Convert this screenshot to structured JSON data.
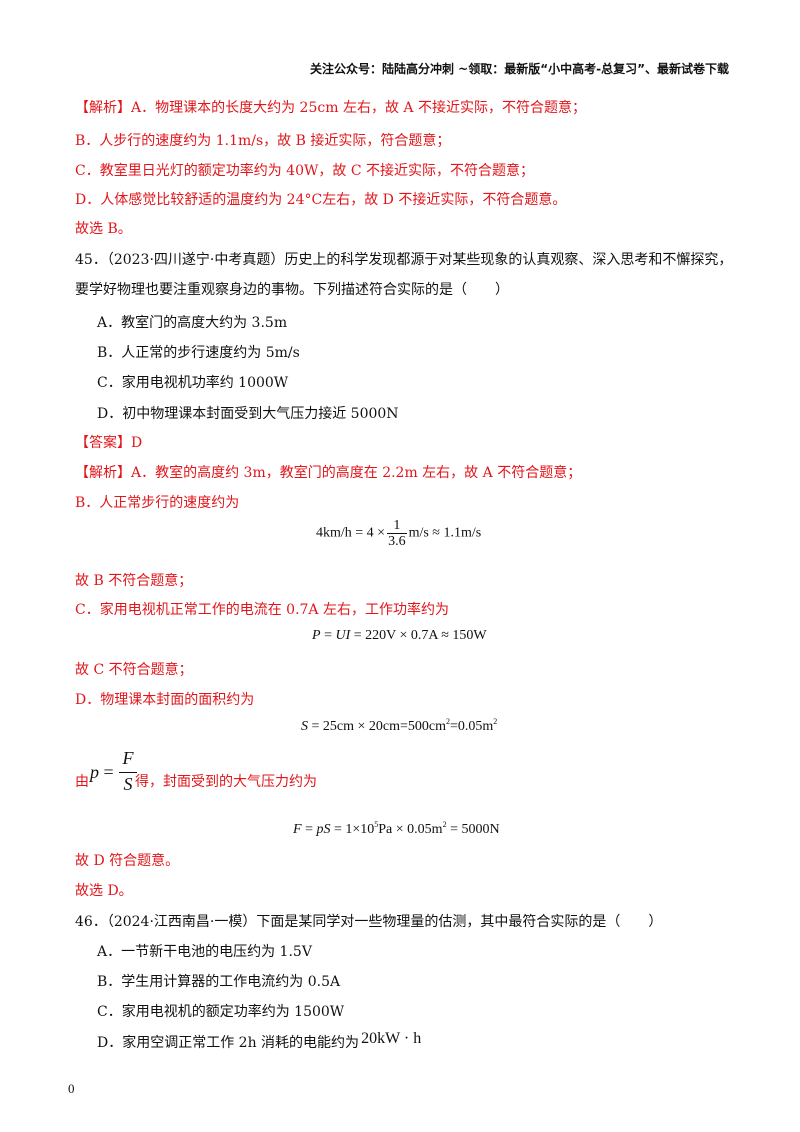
{
  "header": "关注公众号：陆陆高分冲刺 ~领取：最新版“小中高考-总复习”、最新试卷下载",
  "prev_analysis": {
    "a": "【解析】A．物理课本的长度大约为 25cm 左右，故 A 不接近实际，不符合题意；",
    "b": "B．人步行的速度约为 1.1m/s，故 B 接近实际，符合题意；",
    "c": "C．教室里日光灯的额定功率约为 40W，故 C 不接近实际，不符合题意；",
    "d": "D．人体感觉比较舒适的温度约为 24°C左右，故 D 不接近实际，不符合题意。",
    "conclusion": "故选 B。"
  },
  "q45": {
    "stem_1": "45．（2023·四川遂宁·中考真题）历史上的科学发现都源于对某些现象的认真观察、深入思考和不懈探究，",
    "stem_2": "要学好物理也要注重观察身边的事物。下列描述符合实际的是（　　）",
    "options": [
      "A．教室门的高度大约为 3.5m",
      "B．人正常的步行速度约为 5m/s",
      "C．家用电视机功率约 1000W",
      "D．初中物理课本封面受到大气压力接近 5000N"
    ],
    "answer": "【答案】D",
    "analysis_a": "【解析】A．教室的高度约 3m，教室门的高度在 2.2m 左右，故 A 不符合题意；",
    "analysis_b": "B．人正常步行的速度约为",
    "eq1": {
      "lhs": "4km/h = 4 ×",
      "num": "1",
      "den": "3.6",
      "rhs": "m/s ≈ 1.1m/s"
    },
    "b_end": "故 B 不符合题意；",
    "analysis_c": "C．家用电视机正常工作的电流在 0.7A 左右，工作功率约为",
    "eq2": {
      "p": "P",
      "eq_ui": "=",
      "ui": "UI",
      "rest": "= 220V × 0.7A ≈ 150W"
    },
    "c_end": "故 C 不符合题意；",
    "analysis_d": "D．物理课本封面的面积约为",
    "eq3": {
      "s": "S",
      "rest": "= 25cm × 20cm=500cm",
      "mid": "=0.05m",
      "exp": "2"
    },
    "formula": {
      "prefix": "由",
      "p": "p",
      "eq": "=",
      "num": "F",
      "den": "S",
      "suffix": "得，封面受到的大气压力约为"
    },
    "eq4": {
      "f": "F",
      "e1": "=",
      "ps": "pS",
      "r1": "= 1×10",
      "exp1": "5",
      "r2": "Pa × 0.05m",
      "exp2": "2",
      "r3": "= 5000N"
    },
    "d_end": "故 D 符合题意。",
    "conclusion": "故选 D。"
  },
  "q46": {
    "stem": "46．（2024·江西南昌·一模）下面是某同学对一些物理量的估测，其中最符合实际的是（　　）",
    "options": [
      "A．一节新干电池的电压约为 1.5V",
      "B．学生用计算器的工作电流约为 0.5A",
      "C．家用电视机的额定功率约为 1500W",
      "D．家用空调正常工作 2h 消耗的电能约为"
    ],
    "d_value": "20kW · h"
  },
  "page_number": "0",
  "colors": {
    "analysis": "#e0161b",
    "text": "#111111"
  }
}
